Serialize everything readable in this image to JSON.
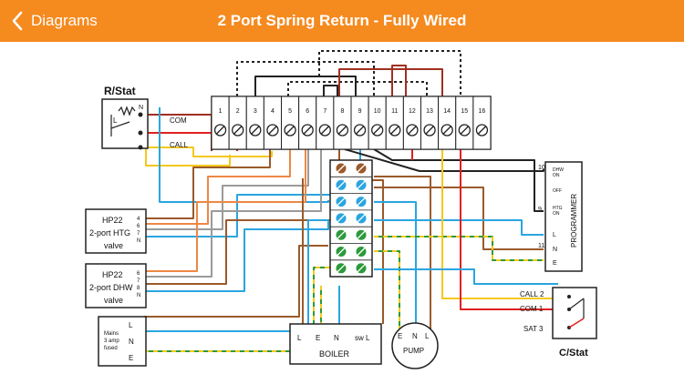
{
  "nav": {
    "back_label": "Diagrams",
    "title": "2 Port Spring Return - Fully Wired"
  },
  "diagram": {
    "terminals": [
      "1",
      "2",
      "3",
      "4",
      "5",
      "6",
      "7",
      "8",
      "9",
      "10",
      "11",
      "12",
      "13",
      "14",
      "15",
      "16"
    ],
    "rstat": {
      "label": "R/Stat",
      "com": "COM",
      "call": "CALL",
      "n": "N",
      "l": "L"
    },
    "htg_valve": {
      "lines": [
        "HP22",
        "2-port HTG",
        "valve"
      ],
      "terms": [
        "4",
        "6",
        "7",
        "N"
      ]
    },
    "dhw_valve": {
      "lines": [
        "HP22",
        "2-port DHW",
        "valve"
      ],
      "terms": [
        "6",
        "7",
        "8",
        "N"
      ]
    },
    "mains": {
      "lines": [
        "Mains",
        "3 amp",
        "fused"
      ],
      "terms": [
        "L",
        "N",
        "E"
      ]
    },
    "boiler": {
      "label": "BOILER",
      "terms": [
        "L",
        "E",
        "N",
        "sw L"
      ]
    },
    "pump": {
      "label": "PUMP",
      "terms": [
        "E",
        "N",
        "L"
      ]
    },
    "programmer": {
      "label": "PROGRAMMER",
      "side": [
        "DHW",
        "ON",
        "OFF",
        "HTG",
        "ON",
        "L",
        "N",
        "E"
      ],
      "nums": [
        "10",
        "9",
        "11"
      ]
    },
    "cstat": {
      "label": "C/Stat",
      "terms": [
        "CALL 2",
        "COM 1",
        "SAT 3"
      ]
    },
    "colors": {
      "nav": "#f58a1f",
      "brown": "#9a5a2a",
      "blue": "#2aa5e0",
      "grey": "#9a9a9a",
      "orange": "#ee8844",
      "yellow": "#f4c81c",
      "green": "#2c9a3c",
      "red": "#e02020"
    }
  }
}
